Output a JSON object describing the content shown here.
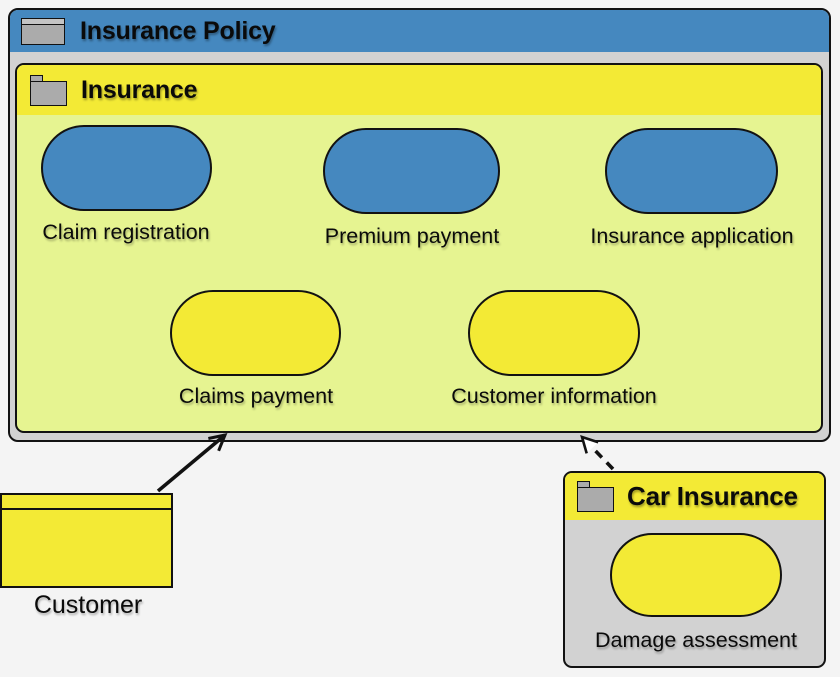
{
  "colors": {
    "header_blue": "#4588bf",
    "service_blue": "#4588bf",
    "header_yellow": "#f3ea35",
    "service_yellow": "#f3ea35",
    "package_body_green": "#e6f491",
    "container_gray": "#d2d2d2",
    "page_background": "#f4f4f4",
    "icon_gray": "#ababab",
    "border": "#121212"
  },
  "containers": {
    "insurance_policy": {
      "title": "Insurance Policy",
      "icon": "business-object-icon"
    },
    "insurance": {
      "title": "Insurance",
      "icon": "folder-icon"
    },
    "car_insurance": {
      "title": "Car Insurance",
      "icon": "folder-icon"
    }
  },
  "nodes": {
    "claim_registration": {
      "label": "Claim registration",
      "color": "#4588bf",
      "parent": "Insurance"
    },
    "premium_payment": {
      "label": "Premium payment",
      "color": "#4588bf",
      "parent": "Insurance"
    },
    "insurance_application": {
      "label": "Insurance application",
      "color": "#4588bf",
      "parent": "Insurance"
    },
    "claims_payment": {
      "label": "Claims payment",
      "color": "#f3ea35",
      "parent": "Insurance"
    },
    "customer_information": {
      "label": "Customer information",
      "color": "#f3ea35",
      "parent": "Insurance"
    },
    "damage_assessment": {
      "label": "Damage assessment",
      "color": "#f3ea35",
      "parent": "Car Insurance"
    }
  },
  "entities": {
    "customer": {
      "label": "Customer"
    }
  },
  "connections": [
    {
      "from": "Customer",
      "to": "Insurance Policy",
      "line": "solid",
      "arrowhead": "open-black"
    },
    {
      "from": "Car Insurance",
      "to": "Insurance Policy",
      "line": "dashed",
      "arrowhead": "open-white"
    }
  ]
}
